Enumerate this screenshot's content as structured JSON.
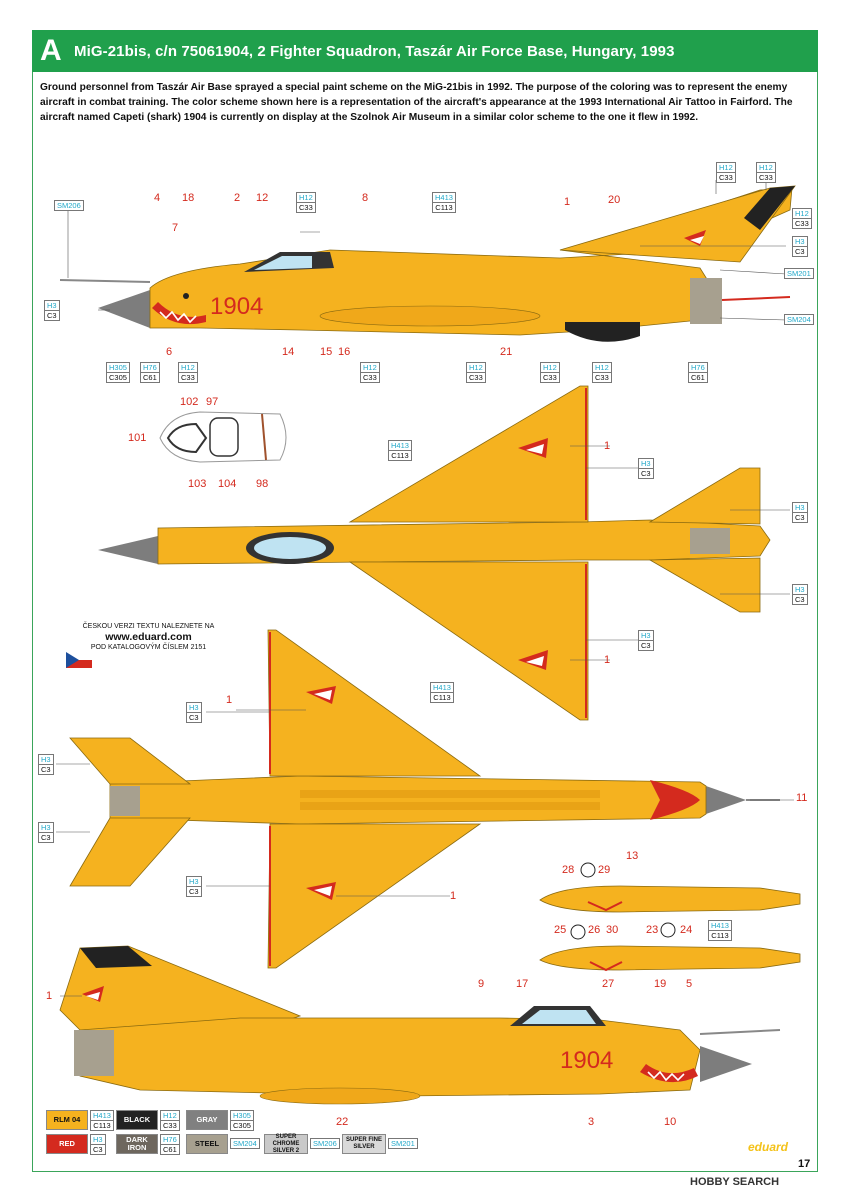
{
  "header": {
    "letter": "A",
    "title": "MiG-21bis, c/n 75061904, 2 Fighter Squadron, Taszár Air Force Base, Hungary, 1993"
  },
  "description": "Ground personnel from Taszár Air Base sprayed a special paint scheme on the MiG-21bis in 1992. The purpose of the coloring was to represent the enemy aircraft in combat training. The color scheme shown here is a representation of the aircraft's appearance at the 1993 International Air Tattoo in Fairford. The aircraft named Capeti (shark) 1904 is currently on display at the Szolnok Air Museum in a similar color scheme to the one it flew in 1992.",
  "aircraft": {
    "serial": "1904"
  },
  "colors": {
    "rlm04": "#f5b21f",
    "green": "#20a04c",
    "red": "#d42a1e",
    "cyan": "#22a8c8"
  },
  "tags": {
    "h12c33": {
      "a": "H12",
      "b": "C33"
    },
    "h413c113": {
      "a": "H413",
      "b": "C113"
    },
    "h3c3": {
      "a": "H3",
      "b": "C3"
    },
    "h305c305": {
      "a": "H305",
      "b": "C305"
    },
    "h76c61": {
      "a": "H76",
      "b": "C61"
    },
    "sm206": "SM206",
    "sm201": "SM201",
    "sm204": "SM204"
  },
  "callouts": {
    "side_top": [
      "4",
      "18",
      "2",
      "12",
      "8",
      "1",
      "20",
      "7",
      "6",
      "14",
      "15",
      "16",
      "21"
    ],
    "canopy": [
      "102",
      "97",
      "101",
      "103",
      "104",
      "98"
    ],
    "top_view": [
      "1",
      "1"
    ],
    "bottom_view": [
      "1",
      "1",
      "11",
      "13"
    ],
    "tanks": [
      "28",
      "29",
      "30",
      "25",
      "26",
      "23",
      "24",
      "27"
    ],
    "side_bottom": [
      "1",
      "9",
      "17",
      "19",
      "5",
      "22",
      "3",
      "10"
    ]
  },
  "czech": {
    "line1": "ČESKOU VERZI TEXTU NALEZNETE NA",
    "url": "www.eduard.com",
    "line2": "POD KATALOGOVÝM ČÍSLEM 2151"
  },
  "legend": [
    {
      "name": "RLM 04",
      "h": "H413",
      "c": "C113",
      "color": "#f5b21f",
      "text": "#111"
    },
    {
      "name": "BLACK",
      "h": "H12",
      "c": "C33",
      "color": "#222222",
      "text": "#fff"
    },
    {
      "name": "GRAY",
      "h": "H305",
      "c": "C305",
      "color": "#808080",
      "text": "#fff"
    },
    {
      "name": "RED",
      "h": "H3",
      "c": "C3",
      "color": "#d42a1e",
      "text": "#fff"
    },
    {
      "name": "DARK IRON",
      "h": "H76",
      "c": "C61",
      "color": "#6e675e",
      "text": "#fff"
    },
    {
      "name": "STEEL",
      "sm": "SM204",
      "color": "#a7a08f",
      "text": "#111"
    },
    {
      "name": "SUPER CHROME SILVER 2",
      "sm": "SM206",
      "color": "#c9c9c9",
      "text": "#111"
    },
    {
      "name": "SUPER FINE SILVER",
      "sm": "SM201",
      "color": "#d9d9d9",
      "text": "#111"
    }
  ],
  "brand": "eduard",
  "page_number": "17",
  "watermark": "HOBBY SEARCH"
}
